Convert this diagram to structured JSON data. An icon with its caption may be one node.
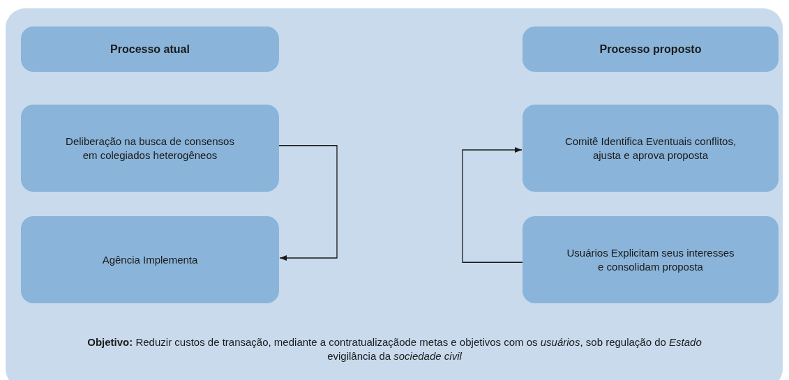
{
  "diagram": {
    "nodes": [
      {
        "text": [
          "Processo atual"
        ]
      },
      {
        "text": [
          "Processo proposto"
        ]
      },
      {
        "text": [
          "Deliberação na busca de consensos em colegiados heterogêneos"
        ]
      },
      {
        "text": [
          "Comitê Identifica Eventuais conflitos, ajusta e aprova proposta"
        ]
      },
      {
        "text": [
          "Agência Implementa"
        ]
      },
      {
        "text": [
          "Usuários Explicitam seus interesses e consolidam proposta"
        ]
      }
    ],
    "edges": [
      {
        "from": 2,
        "to": 4,
        "arrow": "to"
      },
      {
        "from": 5,
        "to": 3,
        "arrow": "to"
      }
    ],
    "labels": [
      "**Objetivo:** Reduzir custos de transação, mediante a contratualizaçãode metas e objetivos com os *usuários*, sob regulação do *Estado* evigilância da *sociedade civil*"
    ]
  }
}
